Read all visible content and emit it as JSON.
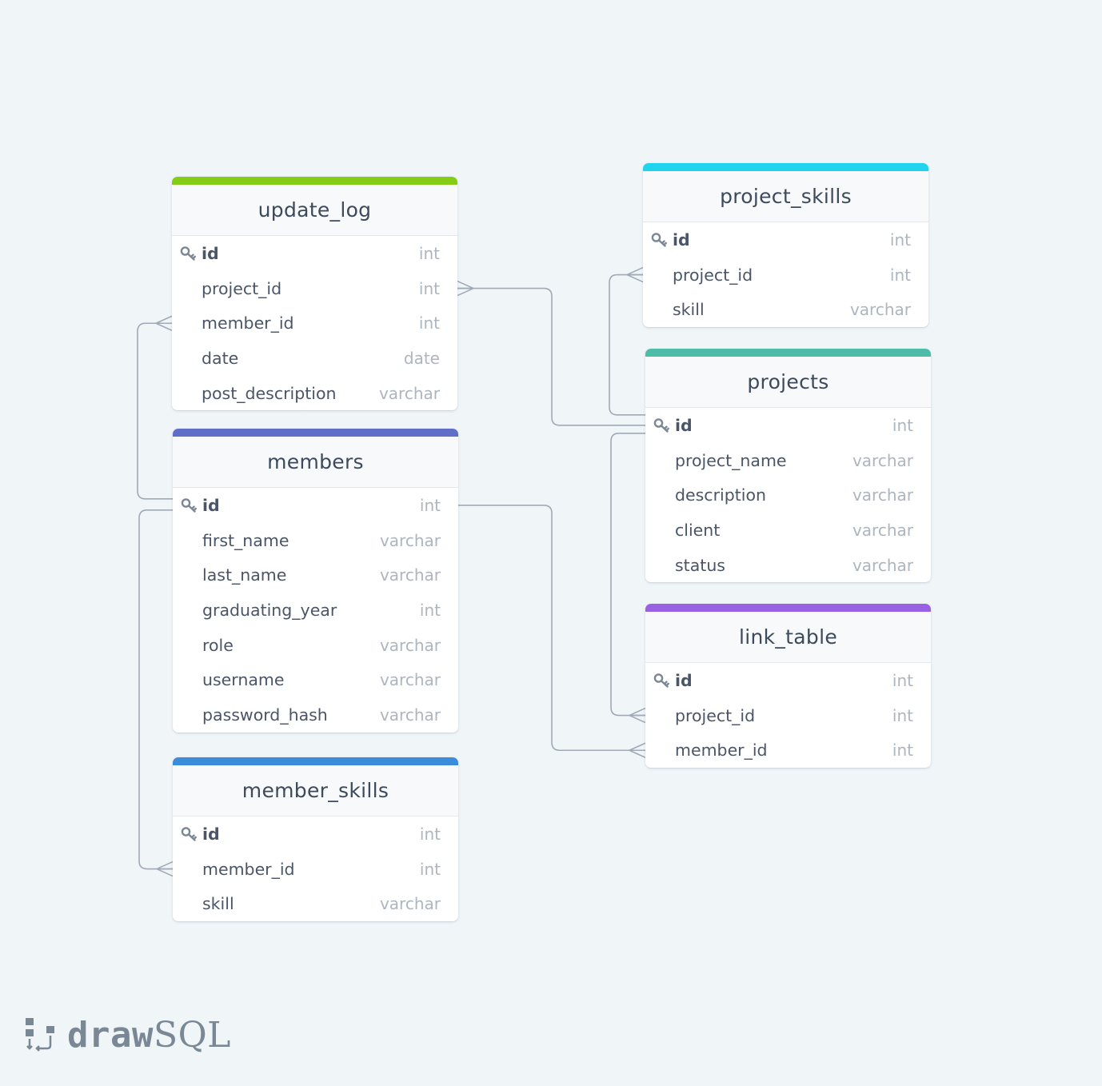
{
  "app": {
    "logo_text_a": "draw",
    "logo_text_b": "SQL"
  },
  "colors": {
    "update_log": "#84cc16",
    "members": "#5f6fc7",
    "member_skills": "#3b8ddb",
    "project_skills": "#22d3ee",
    "projects": "#4dbdaa",
    "link_table": "#9861e3",
    "relation_line": "#a0aab7"
  },
  "tables": [
    {
      "id": "update_log",
      "title": "update_log",
      "color": "#84cc16",
      "columns": [
        {
          "name": "id",
          "type": "int",
          "pk": true
        },
        {
          "name": "project_id",
          "type": "int"
        },
        {
          "name": "member_id",
          "type": "int"
        },
        {
          "name": "date",
          "type": "date"
        },
        {
          "name": "post_description",
          "type": "varchar"
        }
      ]
    },
    {
      "id": "members",
      "title": "members",
      "color": "#5f6fc7",
      "columns": [
        {
          "name": "id",
          "type": "int",
          "pk": true
        },
        {
          "name": "first_name",
          "type": "varchar"
        },
        {
          "name": "last_name",
          "type": "varchar"
        },
        {
          "name": "graduating_year",
          "type": "int"
        },
        {
          "name": "role",
          "type": "varchar"
        },
        {
          "name": "username",
          "type": "varchar"
        },
        {
          "name": "password_hash",
          "type": "varchar"
        }
      ]
    },
    {
      "id": "member_skills",
      "title": "member_skills",
      "color": "#3b8ddb",
      "columns": [
        {
          "name": "id",
          "type": "int",
          "pk": true
        },
        {
          "name": "member_id",
          "type": "int"
        },
        {
          "name": "skill",
          "type": "varchar"
        }
      ]
    },
    {
      "id": "project_skills",
      "title": "project_skills",
      "color": "#22d3ee",
      "columns": [
        {
          "name": "id",
          "type": "int",
          "pk": true
        },
        {
          "name": "project_id",
          "type": "int"
        },
        {
          "name": "skill",
          "type": "varchar"
        }
      ]
    },
    {
      "id": "projects",
      "title": "projects",
      "color": "#4dbdaa",
      "columns": [
        {
          "name": "id",
          "type": "int",
          "pk": true
        },
        {
          "name": "project_name",
          "type": "varchar"
        },
        {
          "name": "description",
          "type": "varchar"
        },
        {
          "name": "client",
          "type": "varchar"
        },
        {
          "name": "status",
          "type": "varchar"
        }
      ]
    },
    {
      "id": "link_table",
      "title": "link_table",
      "color": "#9861e3",
      "columns": [
        {
          "name": "id",
          "type": "int",
          "pk": true
        },
        {
          "name": "project_id",
          "type": "int"
        },
        {
          "name": "member_id",
          "type": "int"
        }
      ]
    }
  ],
  "relations": [
    {
      "from": "update_log.project_id",
      "to": "projects.id"
    },
    {
      "from": "update_log.member_id",
      "to": "members.id"
    },
    {
      "from": "project_skills.project_id",
      "to": "projects.id"
    },
    {
      "from": "member_skills.member_id",
      "to": "members.id"
    },
    {
      "from": "link_table.project_id",
      "to": "projects.id"
    },
    {
      "from": "link_table.member_id",
      "to": "members.id"
    }
  ]
}
